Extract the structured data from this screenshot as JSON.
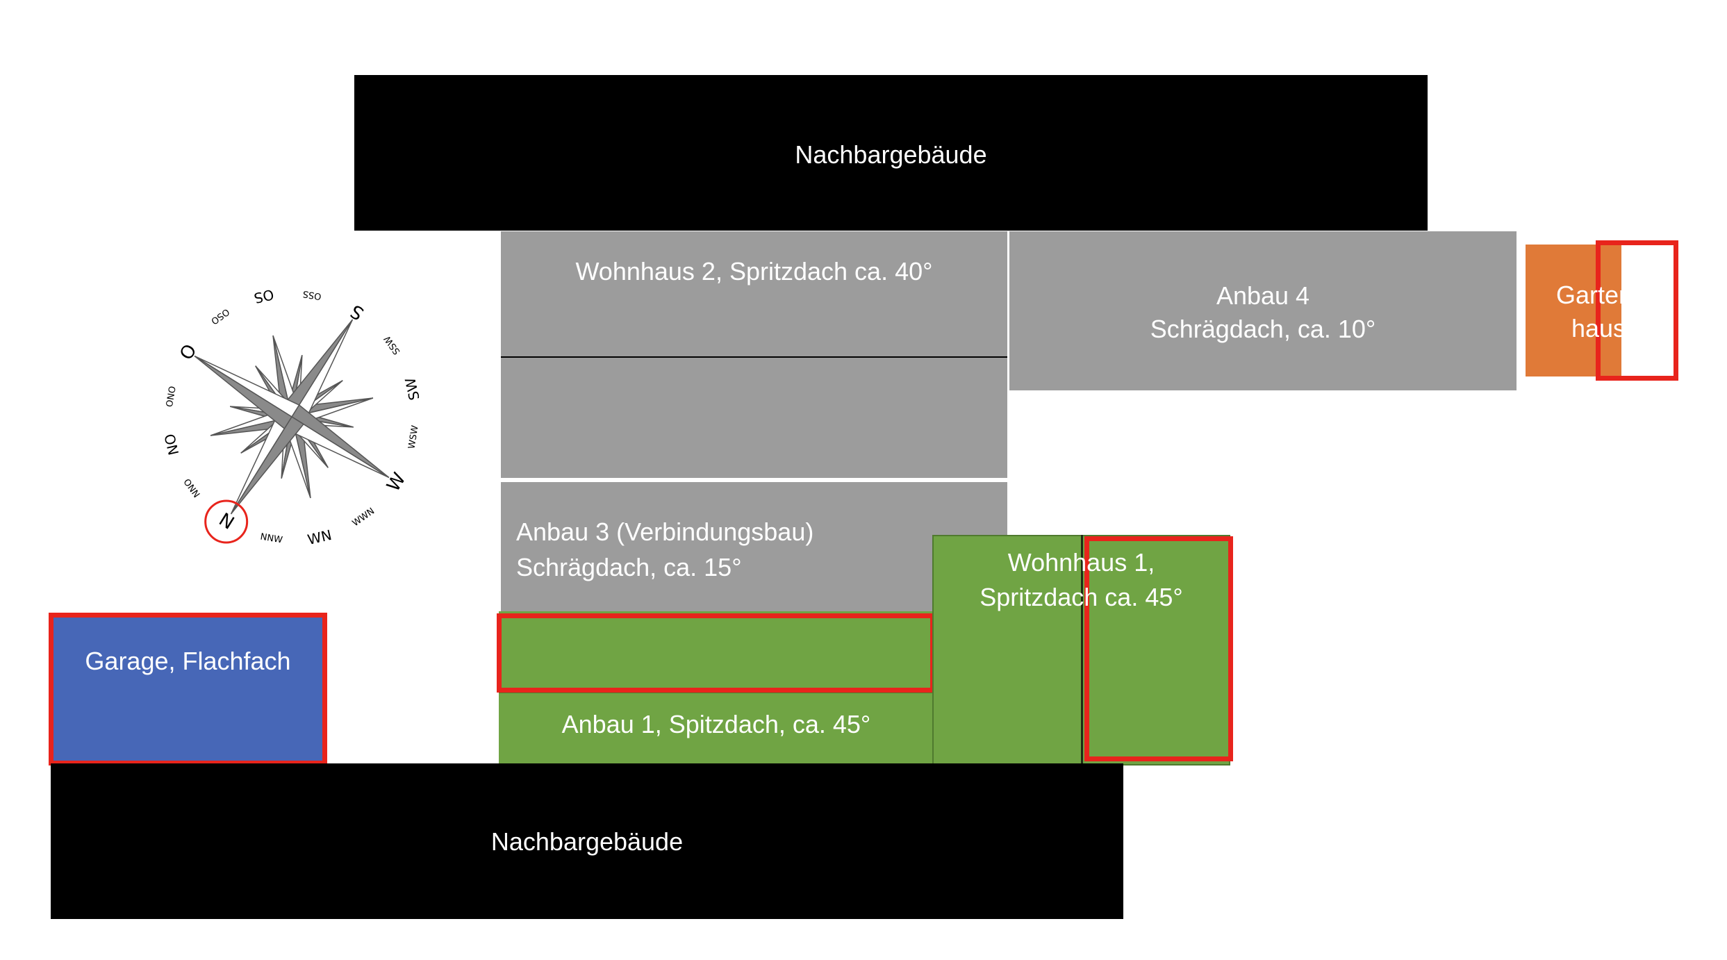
{
  "colors": {
    "neighbor": "#000000",
    "grey": "#9c9c9c",
    "green": "#70a444",
    "blue": "#4767b7",
    "orange": "#e07a38",
    "highlight": "#e8241c"
  },
  "buildings": {
    "neighbor_top": "Nachbargebäude",
    "neighbor_bottom": "Nachbargebäude",
    "wohnhaus2": "Wohnhaus 2, Spritzdach ca. 40°",
    "anbau4": {
      "line1": "Anbau 4",
      "line2": "Schrägdach, ca. 10°"
    },
    "gartenhaus": {
      "line1": "Garten-",
      "line2": "haus"
    },
    "anbau3": {
      "line1": "Anbau 3 (Verbindungsbau)",
      "line2": "Schrägdach, ca. 15°"
    },
    "wohnhaus1": {
      "line1": "Wohnhaus 1,",
      "line2": "Spritzdach ca. 45°"
    },
    "anbau1": "Anbau 1, Spitzdach, ca. 45°",
    "garage": "Garage, Flachfach"
  },
  "compass": {
    "labels": {
      "O": "O",
      "OSO": "OSO",
      "OS": "OS",
      "OSS": "OSS",
      "S": "S",
      "SSW": "SSW",
      "SW": "SW",
      "WSW": "WSW",
      "W": "W",
      "WWN": "WWN",
      "WN": "WN",
      "NNW": "NNW",
      "N": "N",
      "ONN": "ONN",
      "ON": "ON",
      "ONO": "ONO"
    },
    "highlighted": "N"
  }
}
